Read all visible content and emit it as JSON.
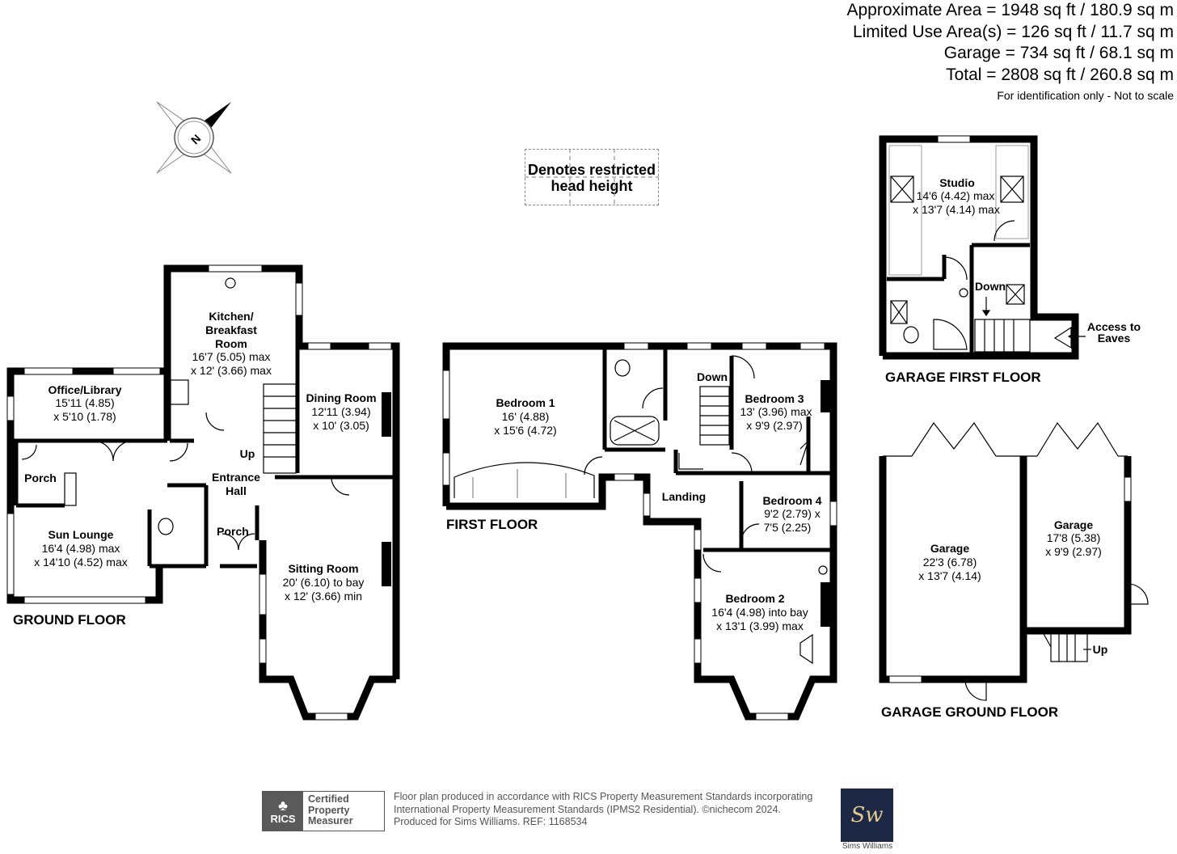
{
  "areas": {
    "approx": "Approximate Area = 1948 sq ft / 180.9 sq m",
    "limited": "Limited Use Area(s) = 126 sq ft / 11.7 sq m",
    "garage": "Garage = 734 sq ft / 68.1 sq m",
    "total": "Total = 2808 sq ft / 260.8 sq m",
    "note": "For identification only - Not to scale"
  },
  "compass": {
    "letter": "N",
    "icon": "north-arrow-icon"
  },
  "legend": {
    "line1": "Denotes restricted",
    "line2": "head height"
  },
  "floors": {
    "ground": "GROUND FLOOR",
    "first": "FIRST FLOOR",
    "garage_first": "GARAGE FIRST FLOOR",
    "garage_ground": "GARAGE GROUND FLOOR"
  },
  "rooms": {
    "office": {
      "name": "Office/Library",
      "d1": "15'11 (4.85)",
      "d2": "x 5'10 (1.78)"
    },
    "kitchen": {
      "name1": "Kitchen/",
      "name2": "Breakfast",
      "name3": "Room",
      "d1": "16'7 (5.05) max",
      "d2": "x 12' (3.66) max"
    },
    "dining": {
      "name": "Dining Room",
      "d1": "12'11 (3.94)",
      "d2": "x 10' (3.05)"
    },
    "porch_w": {
      "name": "Porch"
    },
    "sun": {
      "name": "Sun Lounge",
      "d1": "16'4 (4.98) max",
      "d2": "x 14'10 (4.52) max"
    },
    "hall": {
      "name1": "Entrance",
      "name2": "Hall"
    },
    "porch_f": {
      "name": "Porch"
    },
    "sitting": {
      "name": "Sitting Room",
      "d1": "20' (6.10) to bay",
      "d2": "x 12' (3.66) min"
    },
    "up_ground": "Up",
    "bed1": {
      "name": "Bedroom 1",
      "d1": "16' (4.88)",
      "d2": "x 15'6 (4.72)"
    },
    "bed3": {
      "name": "Bedroom 3",
      "d1": "13' (3.96) max",
      "d2": "x 9'9 (2.97)"
    },
    "down_first": "Down",
    "landing": "Landing",
    "bed4": {
      "name": "Bedroom 4",
      "d1": "9'2 (2.79) x",
      "d2": "7'5 (2.25)"
    },
    "bed2": {
      "name": "Bedroom 2",
      "d1": "16'4 (4.98) into bay",
      "d2": "x 13'1 (3.99) max"
    },
    "studio": {
      "name": "Studio",
      "d1": "14'6 (4.42) max",
      "d2": "x 13'7 (4.14) max"
    },
    "down_garage": "Down",
    "eaves": {
      "line1": "Access to",
      "line2": "Eaves"
    },
    "garage_big": {
      "name": "Garage",
      "d1": "22'3 (6.78)",
      "d2": "x 13'7 (4.14)"
    },
    "garage_small": {
      "name": "Garage",
      "d1": "17'8 (5.38)",
      "d2": "x 9'9 (2.97)"
    },
    "up_garage": "Up"
  },
  "footer": {
    "rics_logo": "RICS",
    "cert1": "Certified",
    "cert2": "Property",
    "cert3": "Measurer",
    "line1": "Floor plan produced in accordance with RICS Property Measurement Standards incorporating",
    "line2": "International Property Measurement Standards (IPMS2 Residential).  ©nichecom 2024.",
    "line3": "Produced for Sims Williams.   REF:  1168534",
    "logo_text": "Sw",
    "logo_caption": "Sims Williams"
  }
}
